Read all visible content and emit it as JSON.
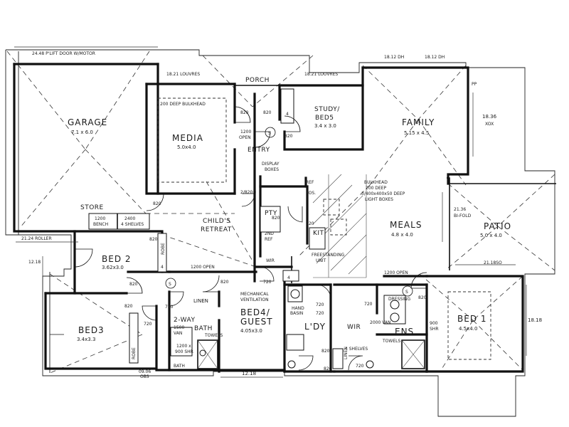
{
  "rooms": {
    "garage": {
      "name": "GARAGE",
      "size": "7.1 x 6.0"
    },
    "media": {
      "name": "MEDIA",
      "size": "5.0x4.0",
      "note": "200 DEEP BULKHEAD"
    },
    "porch": {
      "name": "PORCH"
    },
    "entry": {
      "name": "ENTRY"
    },
    "study": {
      "name": "STUDY/",
      "name2": "BED5",
      "size": "3.4 x 3.0"
    },
    "family": {
      "name": "FAMILY",
      "size": "5.15 x 4.5"
    },
    "meals": {
      "name": "MEALS",
      "size": "4.8 x 4.0"
    },
    "patio": {
      "name": "PATIO",
      "size": "5.0 x 4.0"
    },
    "store": {
      "name": "STORE"
    },
    "childs_retreat": {
      "name": "CHILD'S",
      "name2": "RETREAT"
    },
    "bed2": {
      "name": "BED 2",
      "size": "3.62x3.0"
    },
    "bed3": {
      "name": "BED3",
      "size": "3.4x3.3"
    },
    "bath": {
      "name": "2-WAY",
      "name2": "BATH"
    },
    "linen": {
      "name": "LINEN"
    },
    "bed4": {
      "name": "BED4/",
      "name2": "GUEST",
      "size": "4.05x3.0"
    },
    "ldy": {
      "name": "L'DY"
    },
    "wir": {
      "name": "WIR"
    },
    "ens": {
      "name": "ENS"
    },
    "bed1": {
      "name": "BED 1",
      "size": "4.5x4.0"
    },
    "pty": {
      "name": "PTY"
    },
    "kit": {
      "name": "KIT"
    }
  },
  "notes": {
    "garage_door": "24.48 P'LIFT DOOR W/MOTOR",
    "louvres_left": "18.21 LOUVRES",
    "louvres_right": "18.21 LOUVRES",
    "family_top_left": "18.12 DH",
    "family_top_right": "18.12 DH",
    "family_side": "18.36",
    "family_side2": "XOX",
    "pp": "PP",
    "entry_open": "1200",
    "entry_open2": "OPEN",
    "display_boxes": "DISPLAY",
    "display_boxes2": "BOXES",
    "ref_pos": "REF",
    "ref_pos2": "POS.",
    "bulkhead1": "BULKHEAD",
    "bulkhead2": "200 DEEP",
    "bulkhead3": "3/400x400x50 DEEP",
    "bulkhead4": "LIGHT BOXES",
    "ref2": "2ND",
    "ref2b": "REF",
    "freestanding": "FREESTANDING",
    "freestanding2": "UNIT",
    "patio_side": "21.36",
    "patio_side2": "BI-FOLD",
    "store_bench": "1200",
    "store_bench2": "BENCH",
    "store_shelves": "2400",
    "store_shelves2": "4 SHELVES",
    "roller": "21.24 ROLLER",
    "open_retreat": "1200 OPEN",
    "open_bed1": "1200 OPEN",
    "bed1_window": "21.18SO",
    "right_side": "18.18",
    "left_side": "12.18",
    "bottom_window": "12.18",
    "bottom_left": "09.06",
    "bottom_left2": "OBS",
    "mech_vent": "MECHANICAL",
    "mech_vent2": "VENTILATION",
    "hand_basin": "HAND",
    "hand_basin2": "BASIN",
    "robe1": "ROBE",
    "robe2": "ROBE",
    "van1500": "1500",
    "van1500b": "VAN",
    "towels1": "TOWELS",
    "shr": "1200 x",
    "shr2": "900 SHR",
    "bath_lbl": "BATH",
    "van2000": "2000 VAN",
    "towels2": "TOWELS",
    "shelves4": "4 SHELVES",
    "shr_ens": "900",
    "shr_ens2": "SHR",
    "dressing": "DRESSING",
    "linen_small": "LINEN",
    "wir_small": "WIR",
    "s_mark": "S"
  },
  "door_sizes": {
    "d820a": "820",
    "d820b": "820",
    "d820c": "820",
    "d820d": "820",
    "d820e": "820",
    "d820f": "820",
    "d820g": "820",
    "d820h": "820",
    "d820i": "820",
    "d820j": "820",
    "d820k": "820",
    "d820l": "820",
    "d720a": "720",
    "d720b": "720",
    "d720c": "720",
    "d720d": "720",
    "d720e": "720",
    "d720f": "720",
    "d720g": "720",
    "d720h": "720",
    "d2820": "2/820",
    "d4": "4",
    "d4b": "4",
    "d4c": "4"
  }
}
